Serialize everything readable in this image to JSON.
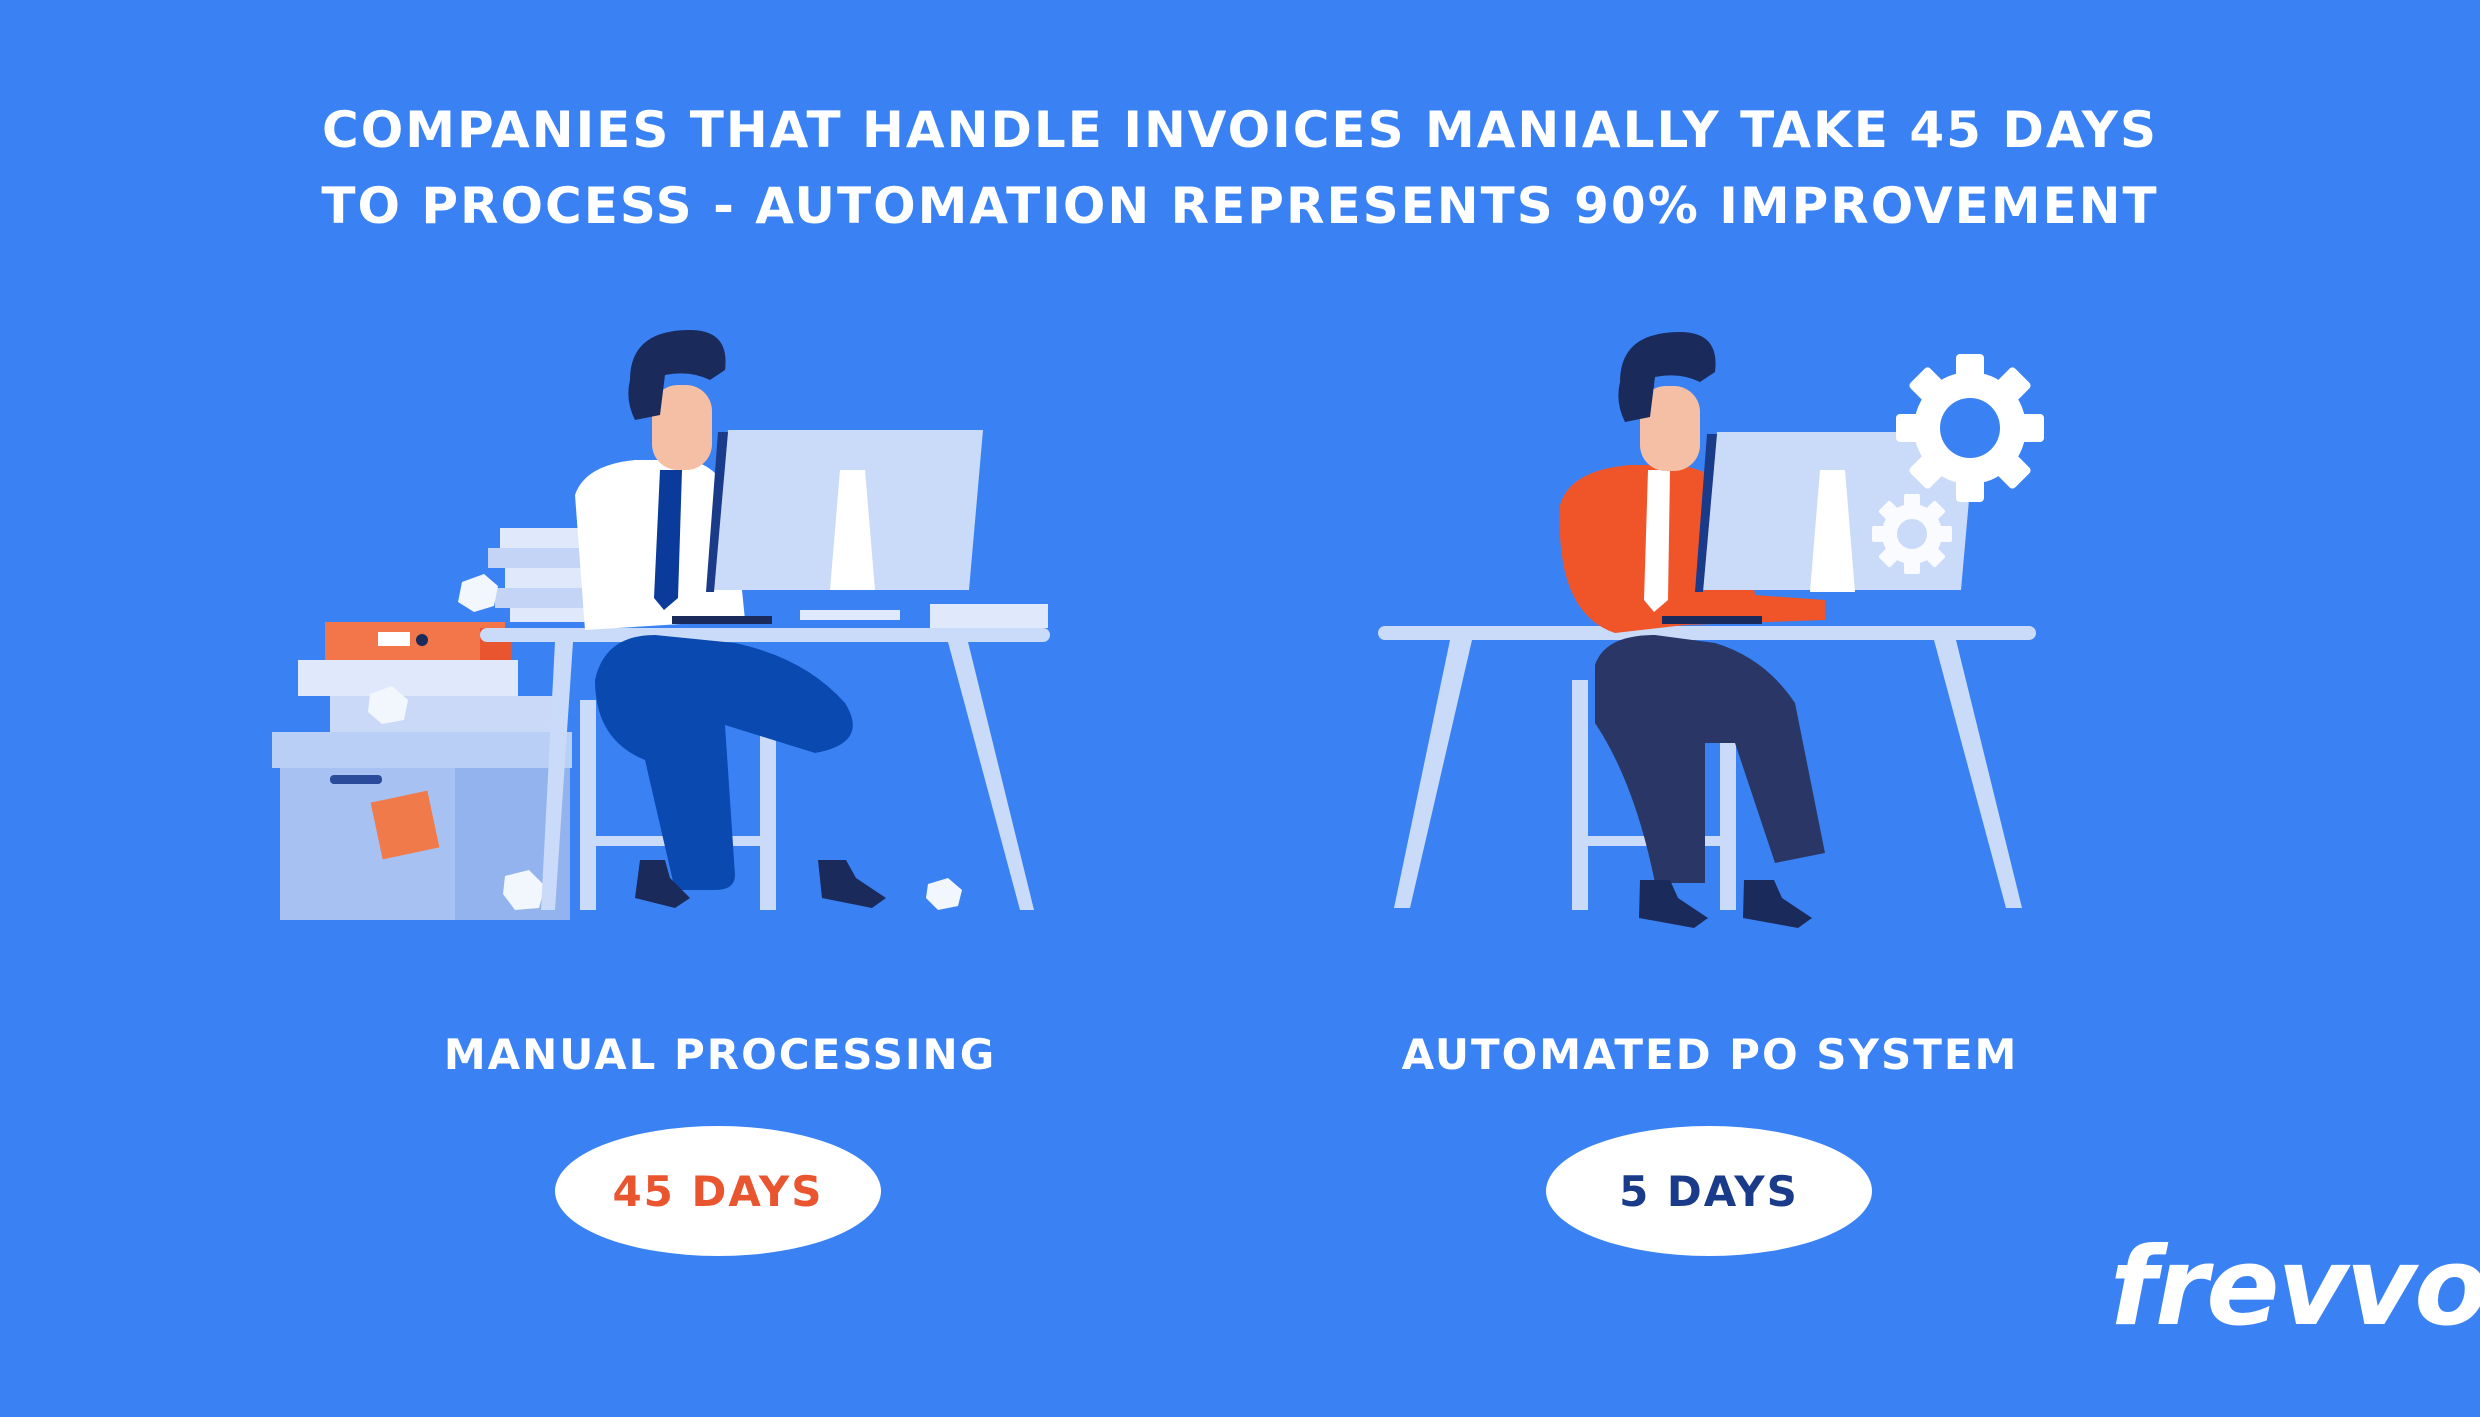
{
  "headline": {
    "line1": "COMPANIES THAT HANDLE INVOICES MANIALLY TAKE 45 DAYS",
    "line2": "TO PROCESS - AUTOMATION REPRESENTS 90% IMPROVEMENT"
  },
  "manual": {
    "label": "MANUAL PROCESSING",
    "duration": "45 DAYS",
    "duration_color": "#e8552f"
  },
  "automated": {
    "label": "AUTOMATED PO SYSTEM",
    "duration": "5 DAYS",
    "duration_color": "#1a3a8a"
  },
  "brand": {
    "logo_text": "frevvo"
  },
  "colors": {
    "background": "#3a82f4",
    "accent_orange": "#e8552f",
    "desk": "#c9dbf8",
    "navy": "#1a3a8a"
  },
  "icons": [
    "gear-icon",
    "paper-stack-icon",
    "computer-monitor-icon",
    "storage-box-icon"
  ]
}
